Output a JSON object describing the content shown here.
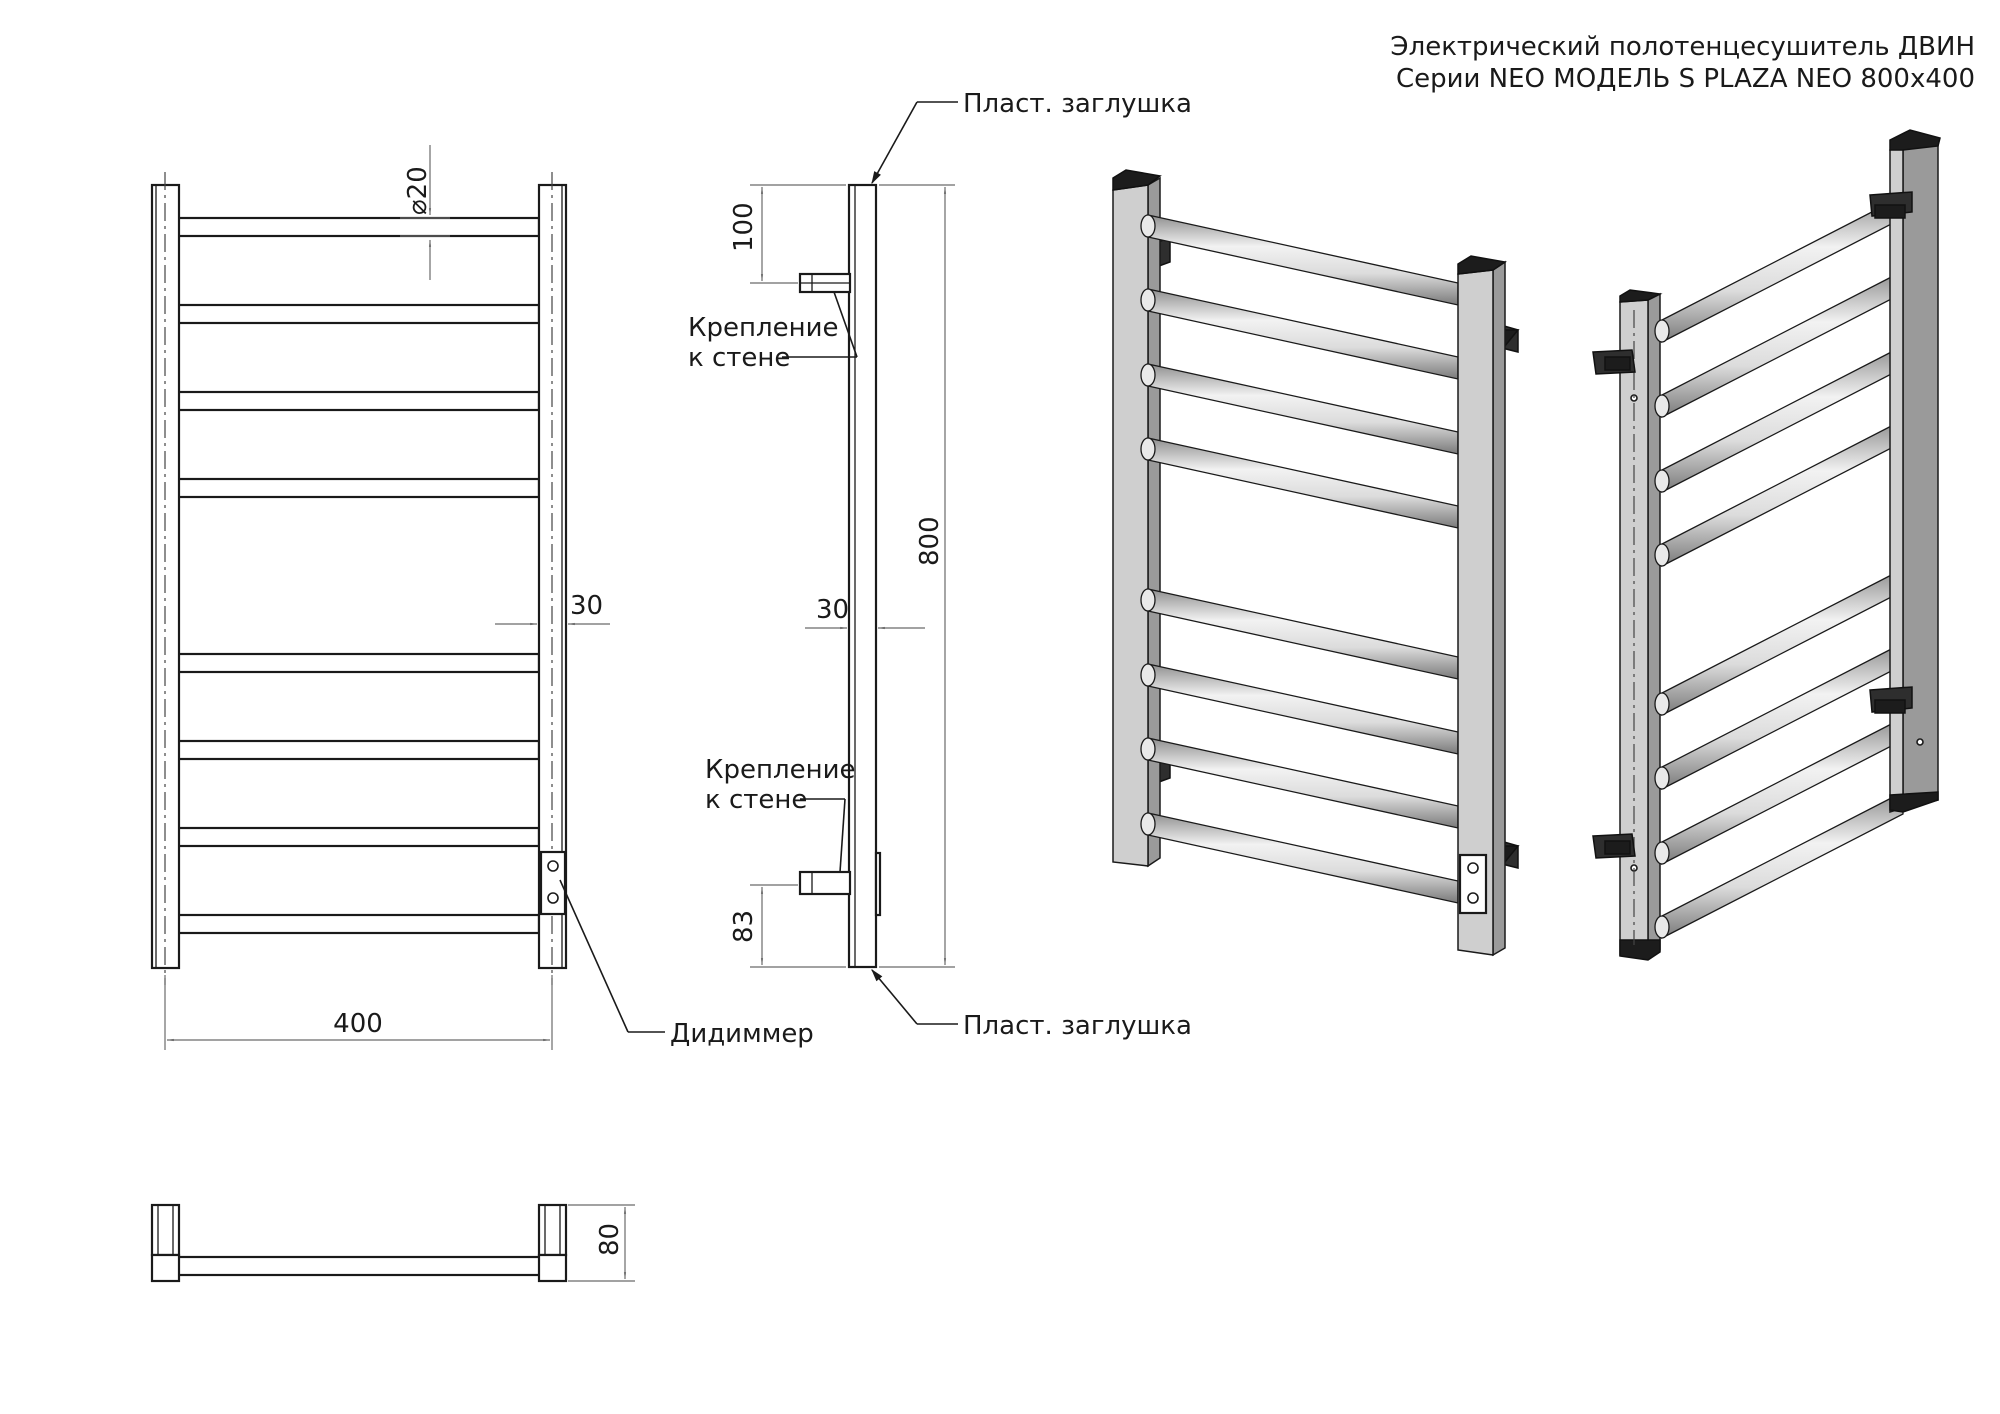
{
  "title": {
    "line1": "Электрический полотенцесушитель ДВИН",
    "line2": "Серии NEO МОДЕЛЬ S PLAZA NEO 800x400"
  },
  "dimensions": {
    "tube_diameter": "20",
    "front_rail_width": "30",
    "overall_width": "400",
    "side_top_offset": "100",
    "overall_height": "800",
    "side_rail_width": "30",
    "side_bottom_offset": "83",
    "depth": "80"
  },
  "callouts": {
    "cap_top": "Пласт. заглушка",
    "wall_mount_1_line1": "Крепление",
    "wall_mount_1_line2": "к стене",
    "wall_mount_2_line1": "Крепление",
    "wall_mount_2_line2": "к стене",
    "cap_bottom": "Пласт. заглушка",
    "dimmer": "Дидиммер"
  },
  "colors": {
    "line": "#1a1a1a",
    "dimension": "#6a6a6a",
    "rail_face": "#cfcfcf",
    "rail_side": "#9a9a9a",
    "cap": "#2e2e2e"
  }
}
